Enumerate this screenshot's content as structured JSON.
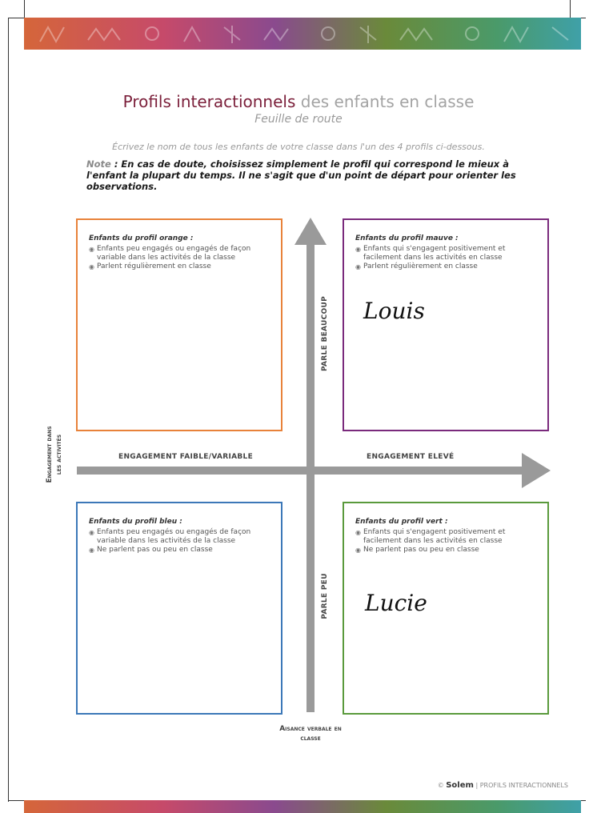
{
  "header": {
    "title_strong": "Profils interactionnels",
    "title_rest": " des enfants en classe",
    "subtitle": "Feuille de route"
  },
  "instructions": {
    "line": "Écrivez le nom de tous les enfants de votre classe dans l'un des 4 profils ci-dessous.",
    "note_label": "Note",
    "note_text": " : En cas de doute, choisissez simplement le profil qui correspond le mieux à l'enfant la plupart du temps. Il ne s'agit que d'un point de départ pour orienter les observations."
  },
  "profiles": {
    "orange": {
      "title": "Enfants du profil orange :",
      "items": [
        "Enfants peu engagés ou engagés de façon variable dans les activités de la classe",
        "Parlent régulièrement en classe"
      ],
      "color": "#e8823a",
      "name": ""
    },
    "mauve": {
      "title": "Enfants du profil mauve :",
      "items": [
        "Enfants qui s'engagent positivement et facilement dans les activités en classe",
        "Parlent régulièrement en classe"
      ],
      "color": "#7a2a7c",
      "name": "Louis"
    },
    "bleu": {
      "title": "Enfants du profil bleu :",
      "items": [
        "Enfants peu engagés ou engagés de façon variable dans les activités de la classe",
        "Ne parlent pas ou peu en classe"
      ],
      "color": "#3c78b8",
      "name": ""
    },
    "vert": {
      "title": "Enfants du profil vert :",
      "items": [
        "Enfants qui s'engagent positivement et facilement dans les activités en classe",
        "Ne parlent pas ou peu en classe"
      ],
      "color": "#5a9a3c",
      "name": "Lucie"
    }
  },
  "axes": {
    "top": "PARLE BEAUCOUP",
    "bottom": "PARLE PEU",
    "left": "ENGAGEMENT FAIBLE/VARIABLE",
    "right": "ENGAGEMENT ELEVÉ",
    "x_title_line1": "Engagement dans",
    "x_title_line2": "les activités",
    "y_title_line1": "Aisance verbale en",
    "y_title_line2": "classe"
  },
  "footer": {
    "copyright": "©",
    "brand": "Solem",
    "separator": "|",
    "product": "PROFILS INTERACTIONNELS"
  },
  "colors": {
    "axis": "#9a9a9a",
    "band_start": "#d5663a",
    "band_end": "#3fa0a8"
  }
}
